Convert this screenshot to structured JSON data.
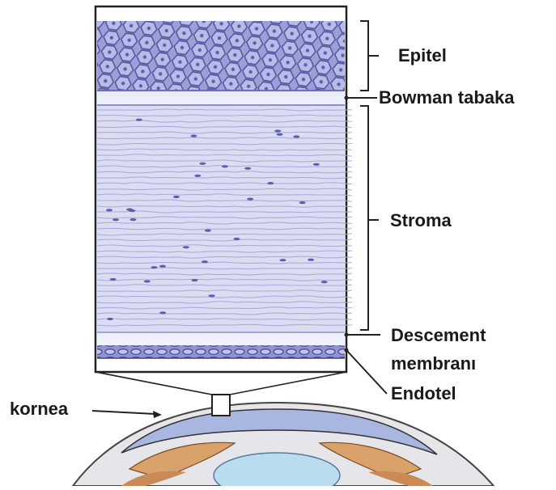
{
  "labels": {
    "epitel": "Epitel",
    "bowman": "Bowman tabaka",
    "stroma": "Stroma",
    "descement_line1": "Descement",
    "descement_line2": "membranı",
    "endotel": "Endotel",
    "kornea": "kornea"
  },
  "colors": {
    "epithelium_fill": "#9c9fd6",
    "cell_outline": "#4a4f9e",
    "stroma_fill": "#d7d8f0",
    "stroma_fiber": "#a6a9d8",
    "nucleus": "#5a5fb0",
    "bowman_fill": "#eceefa",
    "cornea_blue": "#a9b6e0",
    "iris_orange": "#d9a26b",
    "lens_blue": "#b9dcef",
    "sclera_gray": "#d8d8dc",
    "outline": "#222222"
  }
}
